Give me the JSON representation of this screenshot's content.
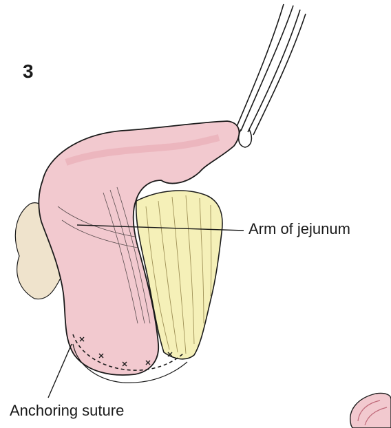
{
  "figure": {
    "number": "3",
    "labels": {
      "arm_of_jejunum": "Arm of jejunum",
      "anchoring_suture": "Anchoring suture"
    },
    "colors": {
      "tissue_pink": "#f2c9cf",
      "tissue_pink_shade": "#e7a6b1",
      "mesentery_yellow": "#f5f0b8",
      "outline": "#1a1a1a",
      "background": "#ffffff"
    },
    "icons": [
      "forceps-icon",
      "suture-knot-icon"
    ]
  }
}
